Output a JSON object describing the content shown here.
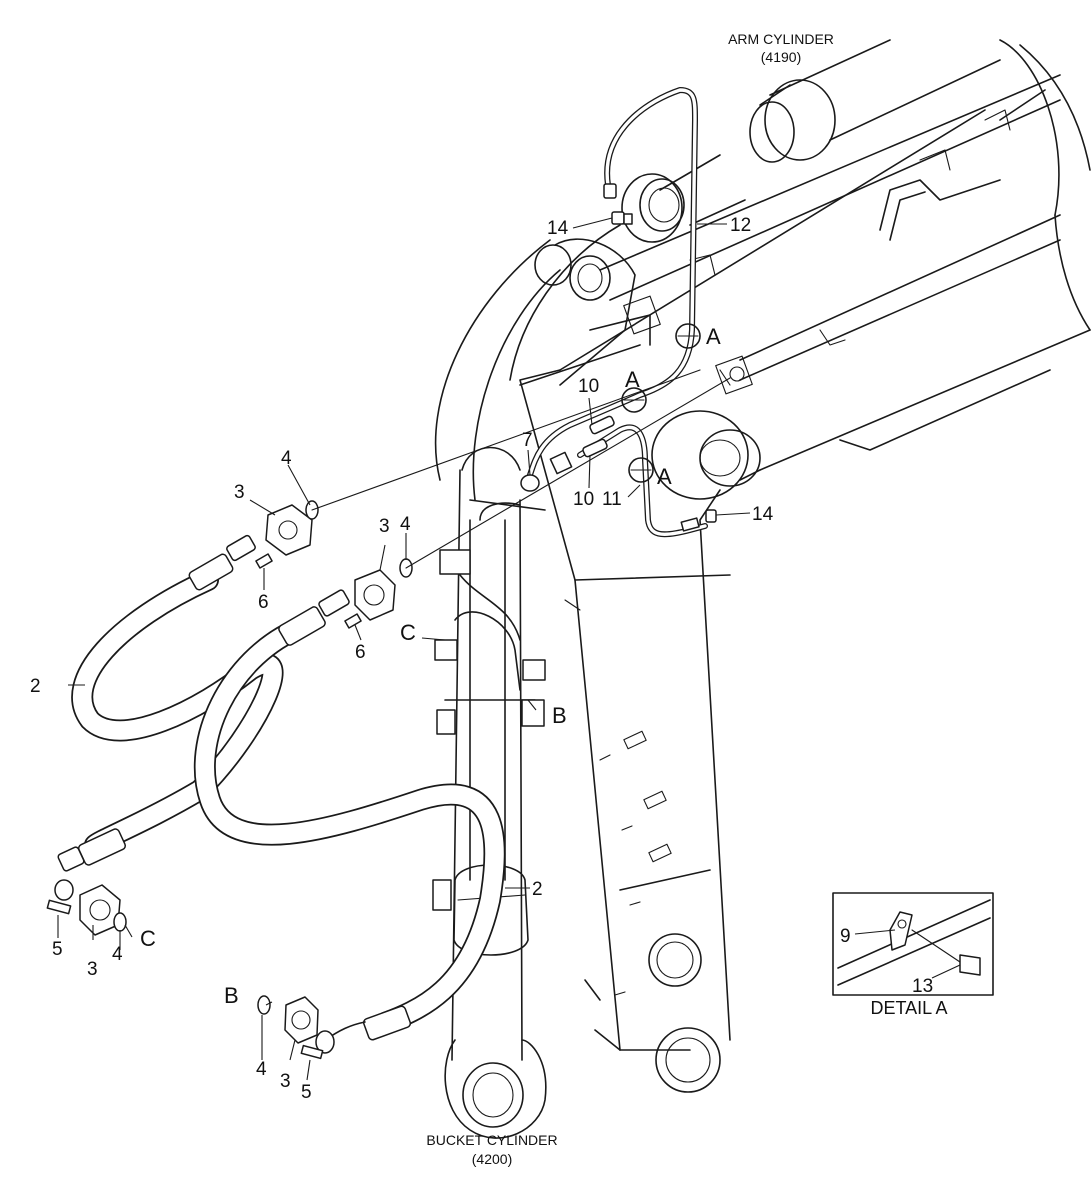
{
  "captions": {
    "arm_cylinder_name": "ARM CYLINDER",
    "arm_cylinder_code": "(4190)",
    "bucket_cylinder_name": "BUCKET CYLINDER",
    "bucket_cylinder_code": "(4200)",
    "detail": "DETAIL  A"
  },
  "callouts": {
    "n2a": "2",
    "n2b": "2",
    "n3a": "3",
    "n3b": "3",
    "n3c": "3",
    "n3d": "3",
    "n4a": "4",
    "n4b": "4",
    "n4c": "4",
    "n4d": "4",
    "n5a": "5",
    "n5b": "5",
    "n6a": "6",
    "n6b": "6",
    "n7": "7",
    "n9": "9",
    "n10a": "10",
    "n10b": "10",
    "n11": "11",
    "n12": "12",
    "n13": "13",
    "n14a": "14",
    "n14b": "14"
  },
  "references": {
    "A1": "A",
    "A2": "A",
    "A3": "A",
    "B1": "B",
    "B2": "B",
    "C1": "C",
    "C2": "C"
  }
}
